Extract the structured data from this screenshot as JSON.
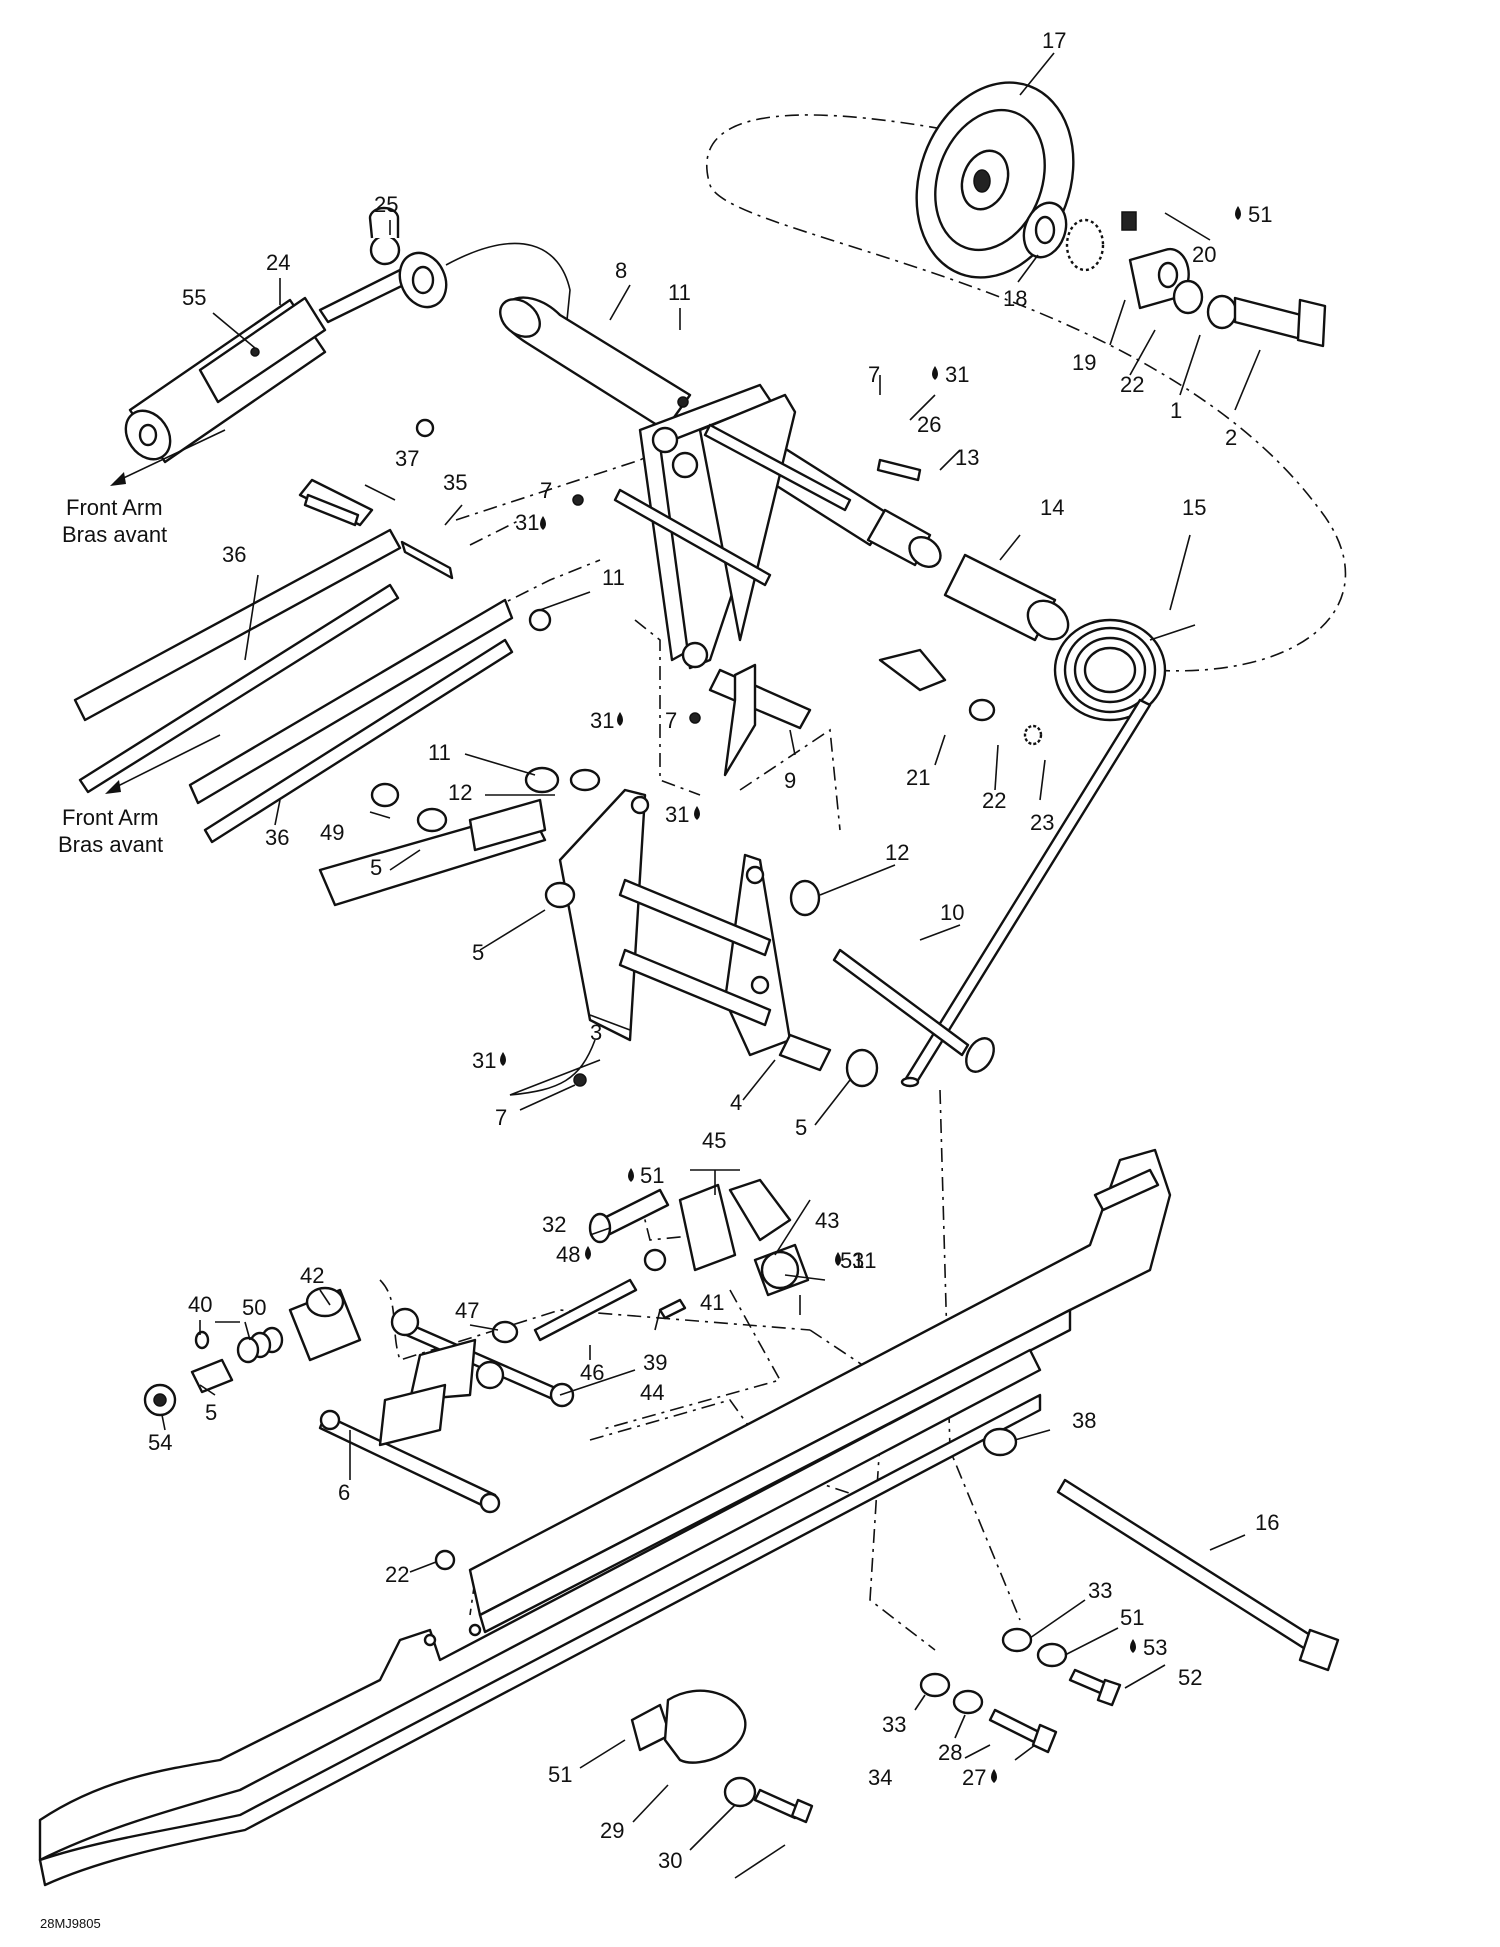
{
  "figure": {
    "ref_code": "28MJ9805",
    "labels": {
      "front_arm_en_1": "Front Arm",
      "front_arm_fr_1": "Bras avant",
      "front_arm_en_2": "Front Arm",
      "front_arm_fr_2": "Bras avant"
    },
    "callouts": [
      {
        "id": "c17",
        "text": "17"
      },
      {
        "id": "c51a",
        "text": "51"
      },
      {
        "id": "c20",
        "text": "20"
      },
      {
        "id": "c25",
        "text": "25"
      },
      {
        "id": "c24",
        "text": "24"
      },
      {
        "id": "c55",
        "text": "55"
      },
      {
        "id": "c8",
        "text": "8"
      },
      {
        "id": "c11a",
        "text": "11"
      },
      {
        "id": "c18",
        "text": "18"
      },
      {
        "id": "c19",
        "text": "19"
      },
      {
        "id": "c22a",
        "text": "22"
      },
      {
        "id": "c1",
        "text": "1"
      },
      {
        "id": "c2",
        "text": "2"
      },
      {
        "id": "c7a",
        "text": "7"
      },
      {
        "id": "c31a",
        "text": "31"
      },
      {
        "id": "c26",
        "text": "26"
      },
      {
        "id": "c13",
        "text": "13"
      },
      {
        "id": "c37",
        "text": "37"
      },
      {
        "id": "c35",
        "text": "35"
      },
      {
        "id": "c7b",
        "text": "7"
      },
      {
        "id": "c31b",
        "text": "31"
      },
      {
        "id": "c14",
        "text": "14"
      },
      {
        "id": "c15",
        "text": "15"
      },
      {
        "id": "c36a",
        "text": "36"
      },
      {
        "id": "c11b",
        "text": "11"
      },
      {
        "id": "c31c",
        "text": "31"
      },
      {
        "id": "c7c",
        "text": "7"
      },
      {
        "id": "c21",
        "text": "21"
      },
      {
        "id": "c22b",
        "text": "22"
      },
      {
        "id": "c23",
        "text": "23"
      },
      {
        "id": "c11c",
        "text": "11"
      },
      {
        "id": "c9",
        "text": "9"
      },
      {
        "id": "c12a",
        "text": "12"
      },
      {
        "id": "c31d",
        "text": "31"
      },
      {
        "id": "c36b",
        "text": "36"
      },
      {
        "id": "c49",
        "text": "49"
      },
      {
        "id": "c5a",
        "text": "5"
      },
      {
        "id": "c12b",
        "text": "12"
      },
      {
        "id": "c10",
        "text": "10"
      },
      {
        "id": "c5b",
        "text": "5"
      },
      {
        "id": "c3",
        "text": "3"
      },
      {
        "id": "c31e",
        "text": "31"
      },
      {
        "id": "c4",
        "text": "4"
      },
      {
        "id": "c7d",
        "text": "7"
      },
      {
        "id": "c5c",
        "text": "5"
      },
      {
        "id": "c45",
        "text": "45"
      },
      {
        "id": "c51b",
        "text": "51"
      },
      {
        "id": "c32",
        "text": "32"
      },
      {
        "id": "c43",
        "text": "43"
      },
      {
        "id": "c51c",
        "text": "51"
      },
      {
        "id": "c31f",
        "text": "31"
      },
      {
        "id": "c48",
        "text": "48"
      },
      {
        "id": "c41",
        "text": "41"
      },
      {
        "id": "c42",
        "text": "42"
      },
      {
        "id": "c40",
        "text": "40"
      },
      {
        "id": "c50",
        "text": "50"
      },
      {
        "id": "c47",
        "text": "47"
      },
      {
        "id": "c46",
        "text": "46"
      },
      {
        "id": "c39",
        "text": "39"
      },
      {
        "id": "c44",
        "text": "44"
      },
      {
        "id": "c54",
        "text": "54"
      },
      {
        "id": "c5d",
        "text": "5"
      },
      {
        "id": "c38",
        "text": "38"
      },
      {
        "id": "c6",
        "text": "6"
      },
      {
        "id": "c16",
        "text": "16"
      },
      {
        "id": "c22c",
        "text": "22"
      },
      {
        "id": "c33a",
        "text": "33"
      },
      {
        "id": "c51d",
        "text": "51"
      },
      {
        "id": "c53",
        "text": "53"
      },
      {
        "id": "c52",
        "text": "52"
      },
      {
        "id": "c33b",
        "text": "33"
      },
      {
        "id": "c28",
        "text": "28"
      },
      {
        "id": "c51e",
        "text": "51"
      },
      {
        "id": "c34",
        "text": "34"
      },
      {
        "id": "c27",
        "text": "27"
      },
      {
        "id": "c29",
        "text": "29"
      },
      {
        "id": "c30",
        "text": "30"
      }
    ]
  }
}
